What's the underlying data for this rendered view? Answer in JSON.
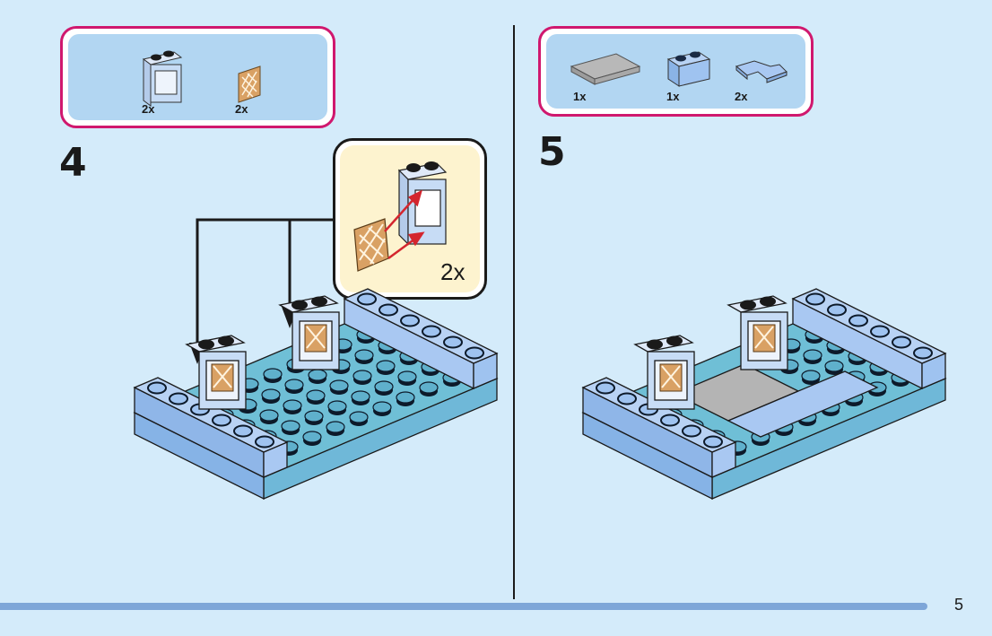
{
  "page": {
    "number": "5"
  },
  "steps": [
    {
      "number": "4",
      "parts": [
        {
          "name": "window-frame-1x2x2",
          "color": "#c7dcf5",
          "qty": "2x"
        },
        {
          "name": "lattice-glass-panel",
          "color": "#d9a164",
          "qty": "2x"
        }
      ],
      "callout": {
        "qty": "2x",
        "action": "insert lattice panel into window frame"
      }
    },
    {
      "number": "5",
      "parts": [
        {
          "name": "tile-2x4-gray",
          "color": "#b4b4b4",
          "qty": "1x"
        },
        {
          "name": "brick-1x2-blue",
          "color": "#9fc3f0",
          "qty": "1x"
        },
        {
          "name": "corner-plate-blue",
          "color": "#9fc3f0",
          "qty": "2x"
        }
      ]
    }
  ],
  "colors": {
    "background": "#d4ebfa",
    "parts_border": "#d0186e",
    "parts_fill": "#b2d6f2",
    "baseplate": "#6fbfd6",
    "brick": "#9fc3f0",
    "arrow_red": "#d4262e",
    "footer_bar": "#7ea6d8"
  }
}
